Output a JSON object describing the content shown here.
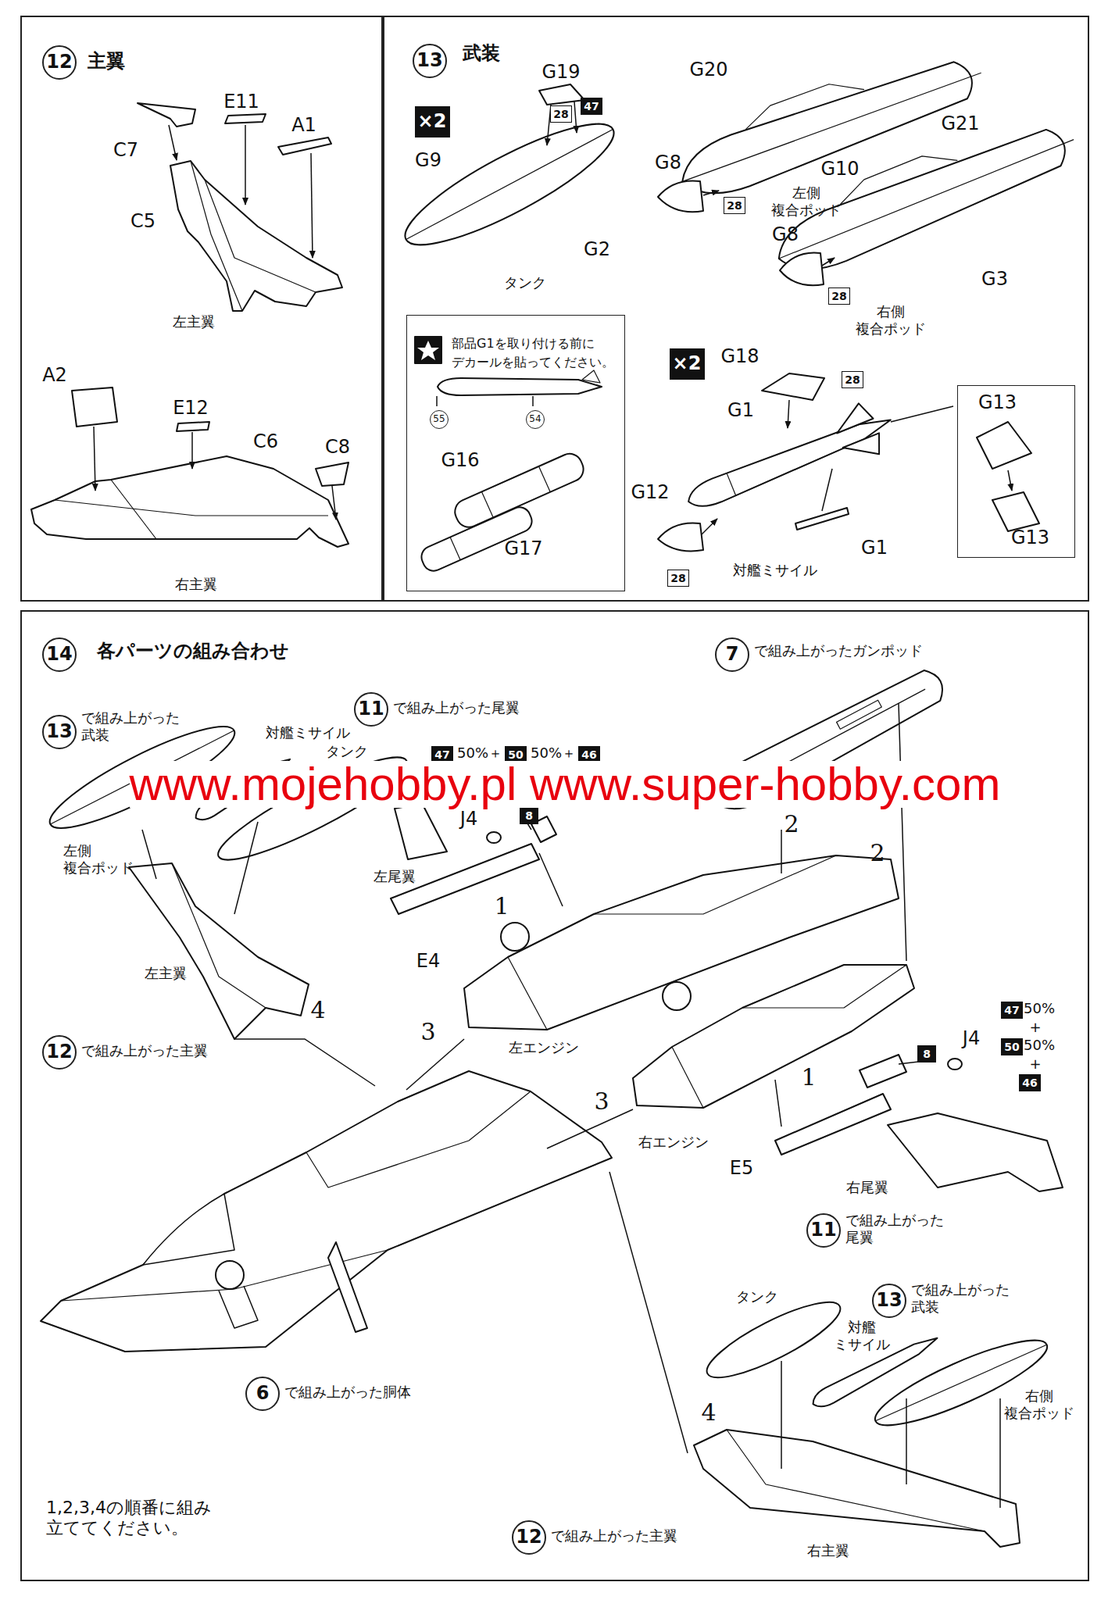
{
  "diagram": {
    "nodes": [
      {
        "text": [
          "主翼"
        ]
      },
      {
        "text": [
          "12"
        ],
        "in": 0
      },
      {
        "text": [
          "武装"
        ]
      },
      {
        "text": [
          "13"
        ],
        "in": 2
      },
      {
        "text": [
          "×2"
        ],
        "in": 2
      },
      {
        "text": [
          "28"
        ],
        "in": 2
      },
      {
        "text": [
          "47"
        ],
        "in": 2
      },
      {
        "text": [
          "28"
        ],
        "in": 2
      },
      {
        "text": [
          "28"
        ],
        "in": 2
      },
      {
        "text": [
          "部品G1を取り付ける前に デカールを貼ってください。"
        ],
        "in": 2
      },
      {
        "text": [
          "55"
        ],
        "in": 9
      },
      {
        "text": [
          "54"
        ],
        "in": 9
      },
      {
        "text": [
          "×2"
        ],
        "in": 2
      },
      {
        "text": [
          "28"
        ],
        "in": 2
      },
      {
        "text": [
          "28"
        ],
        "in": 2
      },
      {
        "text": [
          "G13",
          "G13"
        ],
        "in": 2
      },
      {
        "text": [
          "各パーツの組み合わせ"
        ]
      },
      {
        "text": [
          "14"
        ],
        "in": 16
      },
      {
        "text": [
          "13"
        ],
        "in": 16
      },
      {
        "text": [
          "11"
        ],
        "in": 16
      },
      {
        "text": [
          "47"
        ],
        "in": 16
      },
      {
        "text": [
          "50"
        ],
        "in": 16
      },
      {
        "text": [
          "46"
        ],
        "in": 16
      },
      {
        "text": [
          "8"
        ],
        "in": 16
      },
      {
        "text": [
          "12"
        ],
        "in": 16
      },
      {
        "text": [
          "7"
        ],
        "in": 16
      },
      {
        "text": [
          "8"
        ],
        "in": 16
      },
      {
        "text": [
          "47"
        ],
        "in": 16
      },
      {
        "text": [
          "50"
        ],
        "in": 16
      },
      {
        "text": [
          "46"
        ],
        "in": 16
      },
      {
        "text": [
          "11"
        ],
        "in": 16
      },
      {
        "text": [
          "6"
        ],
        "in": 16
      },
      {
        "text": [
          "13"
        ],
        "in": 16
      },
      {
        "text": [
          "12"
        ],
        "in": 16
      }
    ],
    "labels": [
      "C7",
      "E11",
      "A1",
      "C5",
      "左主翼",
      "A2",
      "E12",
      "C6",
      "C8",
      "右主翼",
      "G19",
      "G9",
      "G2",
      "タンク",
      "G20",
      "G10",
      "左側 複合ポッド",
      "G8",
      "G21",
      "G8",
      "G3",
      "右側 複合ポッド",
      "G16",
      "G17",
      "G18",
      "G1",
      "G12",
      "G1",
      "対艦ミサイル",
      "で組み上がった 武装",
      "対艦ミサイル",
      "タンク",
      "左側 複合ポッド",
      "で組み上がった尾翼",
      "50%＋",
      "50%＋",
      "J4",
      "左尾翼",
      "1",
      "E4",
      "左エンジン",
      "3",
      "左主翼",
      "4",
      "で組み上がった主翼",
      "で組み上がったガンポッド",
      "2",
      "2",
      "3",
      "1",
      "右エンジン",
      "E5",
      "J4",
      "50%",
      "+",
      "50%",
      "+",
      "右尾翼",
      "で組み上がった 尾翼",
      "で組み上がった胴体",
      "タンク",
      "で組み上がった 武装",
      "対艦 ミサイル",
      "右側 複合ポッド",
      "4",
      "で組み上がった主翼",
      "右主翼",
      "1,2,3,4の順番に組み 立ててください。",
      "www.mojehobby.pl www.super-hobby.com"
    ]
  }
}
